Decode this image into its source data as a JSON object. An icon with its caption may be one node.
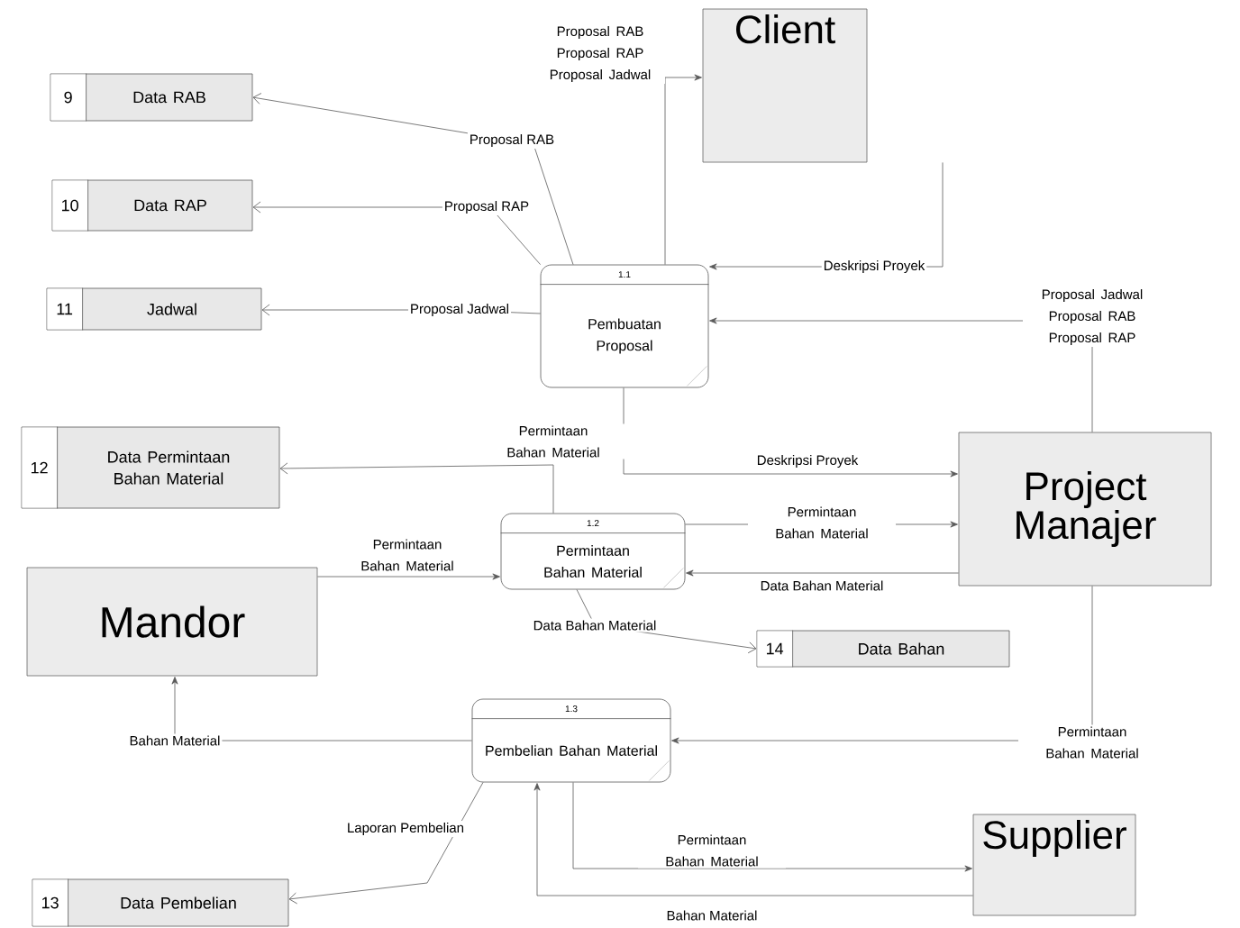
{
  "diagram": {
    "nodes": [
      {
        "text": [
          "Client"
        ]
      },
      {
        "text": [
          "9",
          "Data RAB"
        ]
      },
      {
        "text": [
          "10",
          "Data RAP"
        ]
      },
      {
        "text": [
          "11",
          "Jadwal"
        ]
      },
      {
        "text": [
          "1.1",
          "Pembuatan Proposal"
        ]
      },
      {
        "text": [
          "12",
          "Data Permintaan Bahan Material"
        ]
      },
      {
        "text": [
          "Project Manajer"
        ]
      },
      {
        "text": [
          "Mandor"
        ]
      },
      {
        "text": [
          "1.2",
          "Permintaan Bahan Material"
        ]
      },
      {
        "text": [
          "14",
          "Data Bahan"
        ]
      },
      {
        "text": [
          "1.3",
          "Pembelian Bahan Material"
        ]
      },
      {
        "text": [
          "Supplier"
        ]
      },
      {
        "text": [
          "13",
          "Data Pembelian"
        ]
      }
    ],
    "edges": [
      {
        "from": 4,
        "to": 0,
        "arrow": "to",
        "label": "Proposal RAB Proposal RAP Proposal Jadwal"
      },
      {
        "from": 4,
        "to": 1,
        "arrow": "to",
        "label": "Proposal RAB"
      },
      {
        "from": 4,
        "to": 2,
        "arrow": "to",
        "label": "Proposal RAP"
      },
      {
        "from": 4,
        "to": 3,
        "arrow": "to",
        "label": "Proposal Jadwal"
      },
      {
        "from": 0,
        "to": 4,
        "arrow": "to",
        "label": "Deskripsi Proyek"
      },
      {
        "from": 6,
        "to": 4,
        "arrow": "to",
        "label": "Proposal Jadwal Proposal RAB Proposal RAP"
      },
      {
        "from": 4,
        "to": 6,
        "arrow": "to",
        "label": "Deskripsi Proyek"
      },
      {
        "from": 8,
        "to": 5,
        "arrow": "to",
        "label": "Permintaan Bahan Material"
      },
      {
        "from": 7,
        "to": 8,
        "arrow": "to",
        "label": "Permintaan Bahan Material"
      },
      {
        "from": 8,
        "to": 6,
        "arrow": "to",
        "label": "Permintaan Bahan Material"
      },
      {
        "from": 6,
        "to": 8,
        "arrow": "to",
        "label": "Data Bahan Material"
      },
      {
        "from": 8,
        "to": 9,
        "arrow": "to",
        "label": "Data Bahan Material"
      },
      {
        "from": 6,
        "to": 10,
        "arrow": "to",
        "label": "Permintaan Bahan Material"
      },
      {
        "from": 10,
        "to": 7,
        "arrow": "to",
        "label": "Bahan Material"
      },
      {
        "from": 10,
        "to": 12,
        "arrow": "to",
        "label": "Laporan Pembelian"
      },
      {
        "from": 10,
        "to": 11,
        "arrow": "to",
        "label": "Permintaan Bahan Material"
      },
      {
        "from": 11,
        "to": 10,
        "arrow": "to",
        "label": "Bahan Material"
      }
    ]
  }
}
